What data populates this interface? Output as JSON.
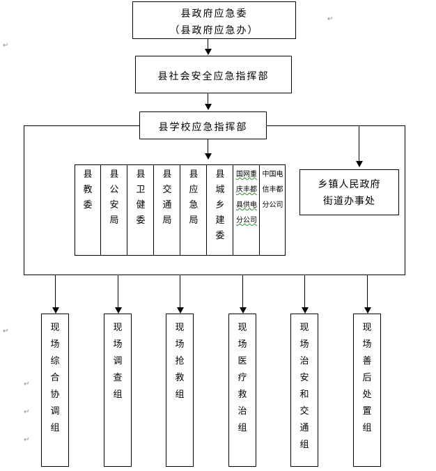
{
  "top_box": {
    "line1": "县政府应急委",
    "line2": "（县政府应急办）"
  },
  "command_box": {
    "label": "县社会安全应急指挥部"
  },
  "school_box": {
    "label": "县学校应急指挥部"
  },
  "agencies": [
    {
      "label": "县教委"
    },
    {
      "label": "县公安局"
    },
    {
      "label": "县卫健委"
    },
    {
      "label": "县交通局"
    },
    {
      "label": "县应急局"
    },
    {
      "label": "县城乡建委"
    }
  ],
  "telecom": {
    "col1": [
      "国网重",
      "庆丰都",
      "县供电",
      "分公司"
    ],
    "col2": [
      "中国电",
      "信丰都",
      "分公司"
    ]
  },
  "township_box": {
    "line1": "乡镇人民政府",
    "line2": "街道办事处"
  },
  "groups": [
    {
      "label": "现场综合协调组"
    },
    {
      "label": "现场调查组"
    },
    {
      "label": "现场抢救组"
    },
    {
      "label": "现场医疗救治组"
    },
    {
      "label": "现场治安和交通组"
    },
    {
      "label": "现场善后处置组"
    }
  ],
  "para_mark": "↵"
}
